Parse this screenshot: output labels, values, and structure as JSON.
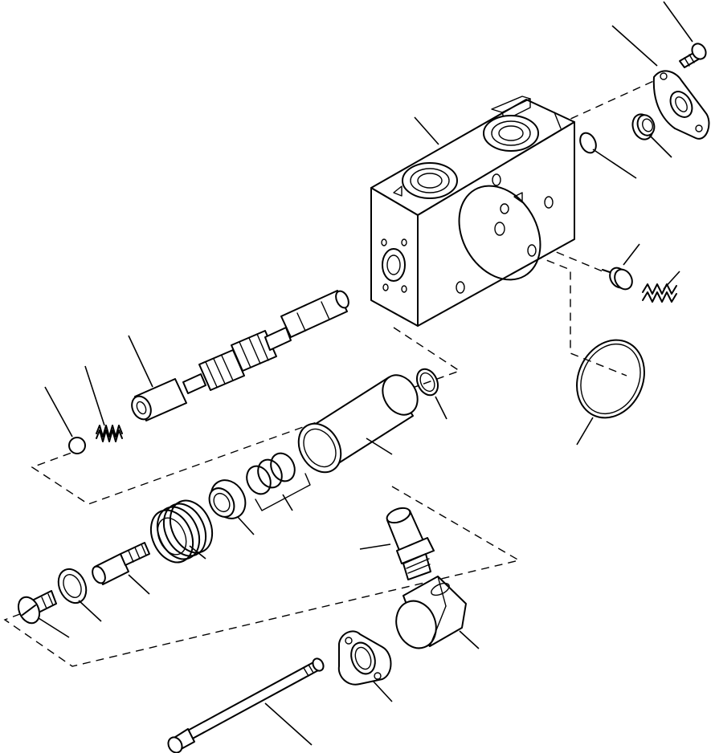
{
  "diagram": {
    "type": "exploded-parts-view",
    "parts": [
      "valve-body",
      "flange-plate",
      "flange-bolt",
      "o-ring-small",
      "seat-ring",
      "check-poppet",
      "check-spring",
      "large-o-ring",
      "spool",
      "detent-ball",
      "detent-spring",
      "spool-cap",
      "cap-o-ring",
      "spacer-rings",
      "spring-seat",
      "centering-spring",
      "spool-end-bolt",
      "end-washer",
      "end-screw",
      "sensor-plug",
      "elbow-fitting",
      "elbow-flange",
      "tie-rod"
    ],
    "colors": {
      "line": "#000000",
      "background": "#ffffff"
    }
  }
}
